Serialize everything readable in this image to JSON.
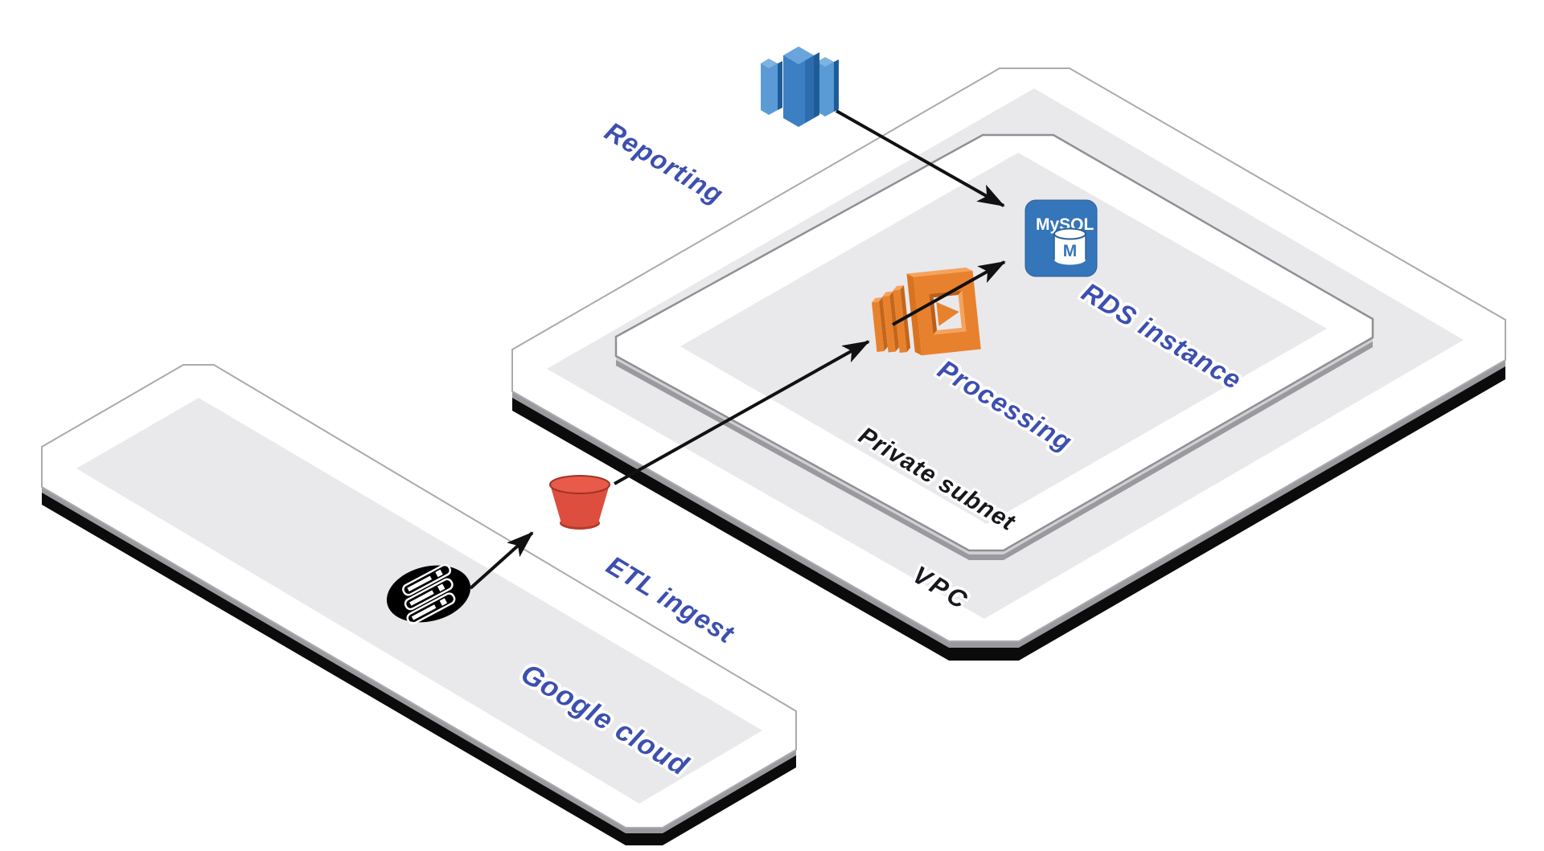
{
  "diagram": {
    "labels": {
      "reporting": "Reporting",
      "rds_instance": "RDS instance",
      "processing": "Processing",
      "private_subnet": "Private subnet",
      "vpc": "VPC",
      "etl_ingest": "ETL ingest",
      "google_cloud": "Google cloud"
    },
    "icons": {
      "mysql_label": "MySQL",
      "mysql_initial": "M"
    },
    "colors": {
      "label_blue": "#3d4fb0",
      "label_black": "#17181c",
      "platform_white": "#ffffff",
      "platform_panel_gray": "#e9e9ec",
      "shadow_black": "#0b0b0b",
      "bucket_red": "#dd4e3e",
      "aws_orange": "#e8812d",
      "mysql_blue": "#3575b9",
      "warehouse_blue": "#3c80c3",
      "arrow_black": "#111111"
    },
    "containers": [
      {
        "label": "Google cloud",
        "contains": [
          "source-database"
        ]
      },
      {
        "label": "VPC",
        "contains": [
          "Private subnet"
        ]
      },
      {
        "label": "Private subnet",
        "contains": [
          "processing-service",
          "rds-mysql"
        ]
      }
    ],
    "flows": [
      {
        "label": "ETL ingest",
        "from": "source-database",
        "to": "storage-bucket"
      },
      {
        "label": "",
        "from": "storage-bucket",
        "to": "processing-service"
      },
      {
        "label": "",
        "from": "processing-service",
        "to": "rds-mysql"
      },
      {
        "label": "Reporting",
        "from": "reporting-warehouse",
        "to": "rds-mysql"
      }
    ]
  }
}
